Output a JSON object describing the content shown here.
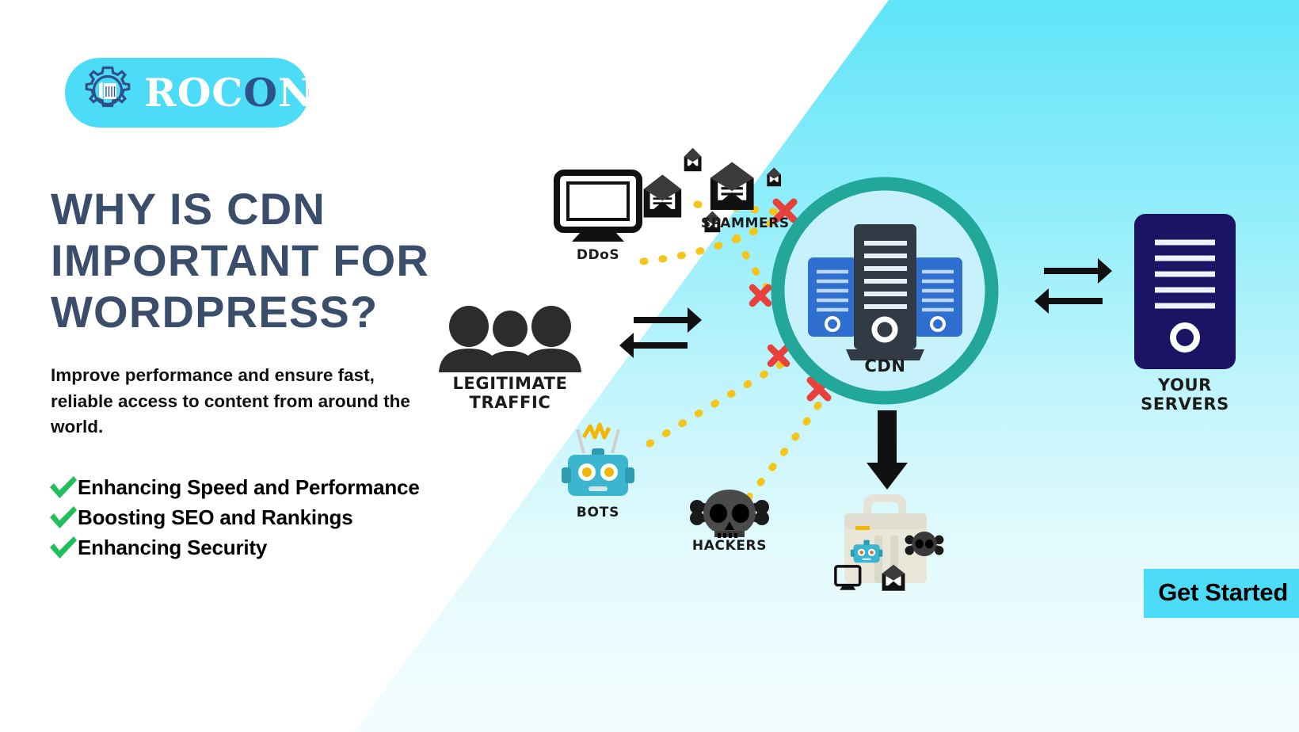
{
  "brand": {
    "logo_text_a": "R",
    "logo_text_o": "OC",
    "logo_text_o_dark": "O",
    "logo_text_n": "N",
    "full_name": "ROCON",
    "logo_icon": "gear-server-icon",
    "badge_color": "#4DDCF7"
  },
  "hero": {
    "headline": "WHY IS CDN IMPORTANT FOR WORDPRESS?",
    "headline_color": "#3A4D6B",
    "subtext": "Improve performance and ensure fast, reliable access to content from around the world.",
    "bullets": [
      {
        "label": "Enhancing Speed and Performance",
        "icon": "check-icon"
      },
      {
        "label": "Boosting SEO and Rankings",
        "icon": "check-icon"
      },
      {
        "label": "Enhancing Security",
        "icon": "check-icon"
      }
    ],
    "check_color": "#1FBF5C"
  },
  "cta": {
    "label": "Get Started",
    "background": "#4DDCF7",
    "text_color": "#000000"
  },
  "diagram": {
    "nodes": {
      "ddos": {
        "label": "DDoS",
        "icon": "monitor-icon",
        "kind": "threat"
      },
      "spammers": {
        "label": "SPAMMERS",
        "icon": "envelope-icon",
        "kind": "threat"
      },
      "legitimate": {
        "label_line1": "LEGITIMATE",
        "label_line2": "TRAFFIC",
        "icon": "people-group-icon",
        "kind": "allowed"
      },
      "bots": {
        "label": "BOTS",
        "icon": "robot-icon",
        "kind": "threat"
      },
      "hackers": {
        "label": "HACKERS",
        "icon": "skull-crossbones-icon",
        "kind": "threat"
      },
      "cdn": {
        "label": "CDN",
        "icon": "server-stack-icon",
        "kind": "hub",
        "ring_color": "#23A79B",
        "fill_color": "#C8F2FB"
      },
      "servers": {
        "label_line1": "YOUR",
        "label_line2": "SERVERS",
        "icon": "server-tower-icon",
        "kind": "origin",
        "color": "#1B1464"
      },
      "trash": {
        "icon": "trash-bin-icon",
        "kind": "blocked-bin"
      }
    },
    "blocked_marker": {
      "icon": "red-x-icon",
      "color": "#E8403A",
      "count": 4
    },
    "dotted_path_color": "#F5C518",
    "arrows": [
      {
        "name": "cdn-to-legitimate",
        "direction": "bidirectional"
      },
      {
        "name": "cdn-to-servers",
        "direction": "bidirectional"
      },
      {
        "name": "cdn-to-trash",
        "direction": "down"
      }
    ]
  },
  "theme": {
    "background_white": "#FFFFFF",
    "wedge_cyan": "#5FE4F8",
    "headline_navy": "#3A4D6B",
    "teal_ring": "#23A79B",
    "server_blue": "#2F6FD0",
    "server_dark": "#323A45"
  }
}
